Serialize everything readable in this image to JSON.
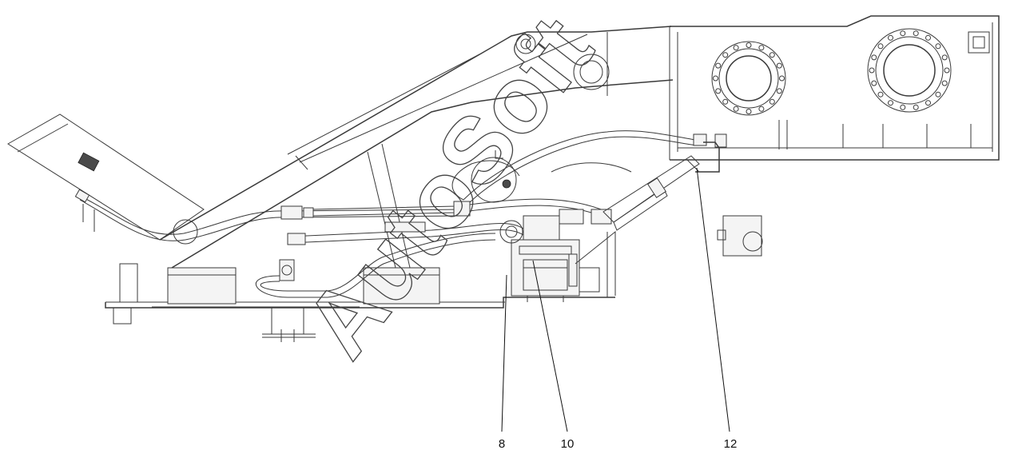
{
  "callouts": [
    {
      "id": "c8",
      "label": "8"
    },
    {
      "id": "c10",
      "label": "10"
    },
    {
      "id": "c12",
      "label": "12"
    }
  ],
  "watermark": "AutoSoft",
  "colors": {
    "line": "#3a3a3a",
    "watermark": "#444444",
    "background": "#ffffff"
  }
}
